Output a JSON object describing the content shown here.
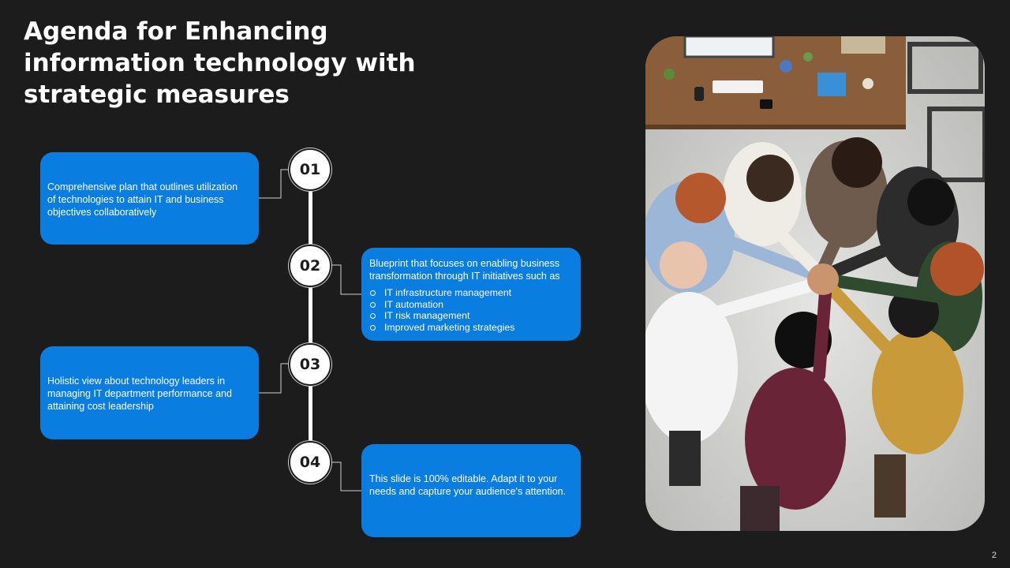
{
  "slide": {
    "title": "Agenda for Enhancing information technology with strategic measures",
    "page_number": "2"
  },
  "steps": [
    {
      "number": "01",
      "text": "Comprehensive  plan that outlines utilization of technologies to attain IT and business objectives collaboratively"
    },
    {
      "number": "02",
      "text": "Blueprint that focuses on enabling business transformation through IT initiatives  such as",
      "bullets": [
        "IT infrastructure management",
        "IT automation",
        "IT risk management",
        "Improved marketing strategies"
      ]
    },
    {
      "number": "03",
      "text": "Holistic view about technology leaders in managing IT department performance and attaining cost leadership"
    },
    {
      "number": "04",
      "text": "This slide is 100% editable. Adapt it to your needs and capture your audience's attention."
    }
  ],
  "colors": {
    "background": "#1c1c1c",
    "card": "#0a7de0",
    "text": "#ffffff"
  }
}
